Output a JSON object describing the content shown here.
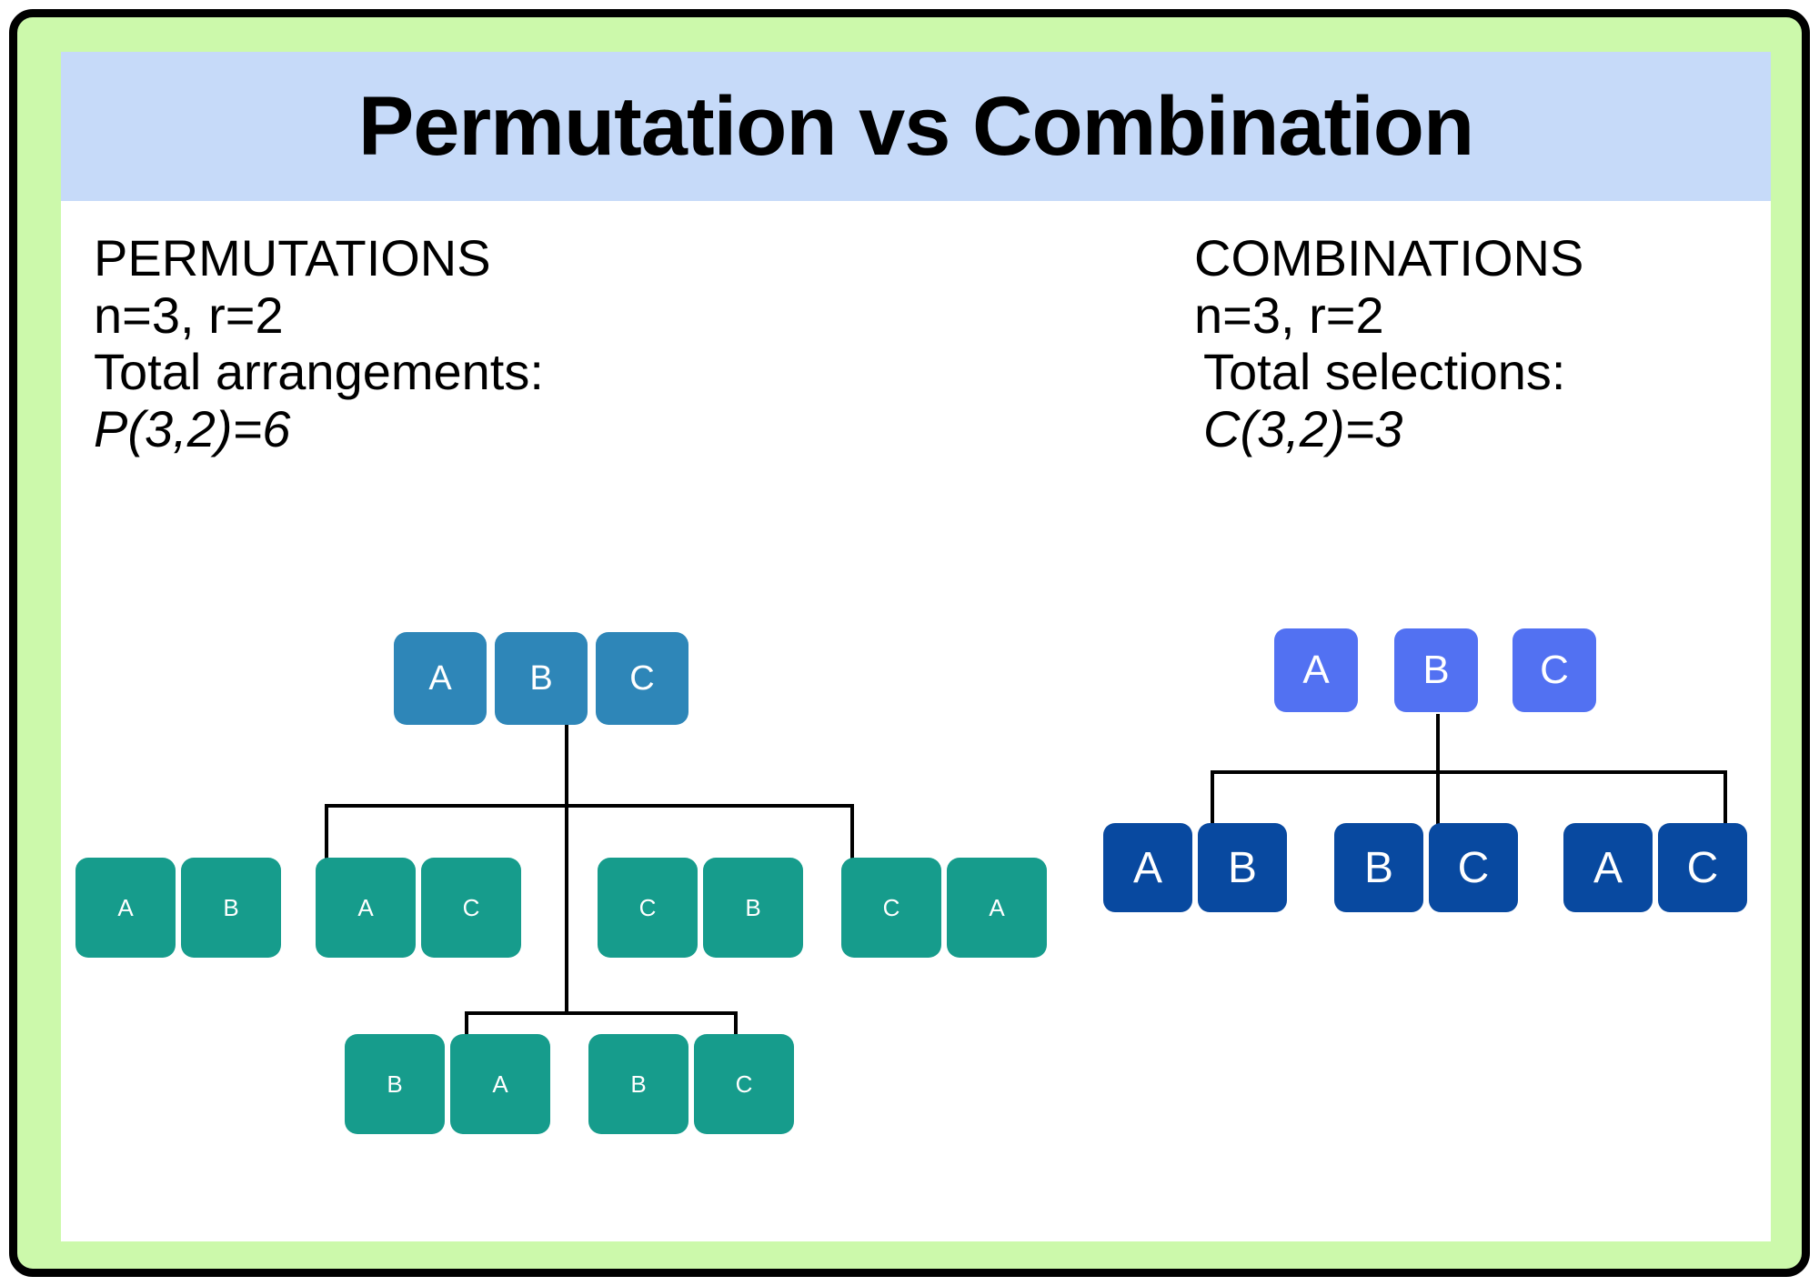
{
  "title": "Permutation vs Combination",
  "theme": {
    "border": "#000000",
    "page_bg": "#ccf9ab",
    "card_bg": "#ffffff",
    "title_bg": "#c6daf9",
    "root_box": "#2e86b8",
    "leaf_box": "#169c8c",
    "combo_top_box": "#5271f2",
    "combo_pair_box": "#0849a0",
    "connector": "#000000"
  },
  "left": {
    "heading": "PERMUTATIONS",
    "params": "n=3, r=2",
    "total_label": "Total arrangements:",
    "formula": "P(3,2)=6",
    "root_items": [
      "A",
      "B",
      "C"
    ],
    "pairs_row1": [
      {
        "first": "A",
        "second": "B"
      },
      {
        "first": "A",
        "second": "C"
      },
      {
        "first": "C",
        "second": "B"
      },
      {
        "first": "C",
        "second": "A"
      }
    ],
    "pairs_row2": [
      {
        "first": "B",
        "second": "A"
      },
      {
        "first": "B",
        "second": "C"
      }
    ]
  },
  "right": {
    "heading": "COMBINATIONS",
    "params": "n=3, r=2",
    "total_label": "Total selections:",
    "formula": "C(3,2)=3",
    "root_items": [
      "A",
      "B",
      "C"
    ],
    "pairs": [
      {
        "first": "A",
        "second": "B"
      },
      {
        "first": "B",
        "second": "C"
      },
      {
        "first": "A",
        "second": "C"
      }
    ]
  }
}
